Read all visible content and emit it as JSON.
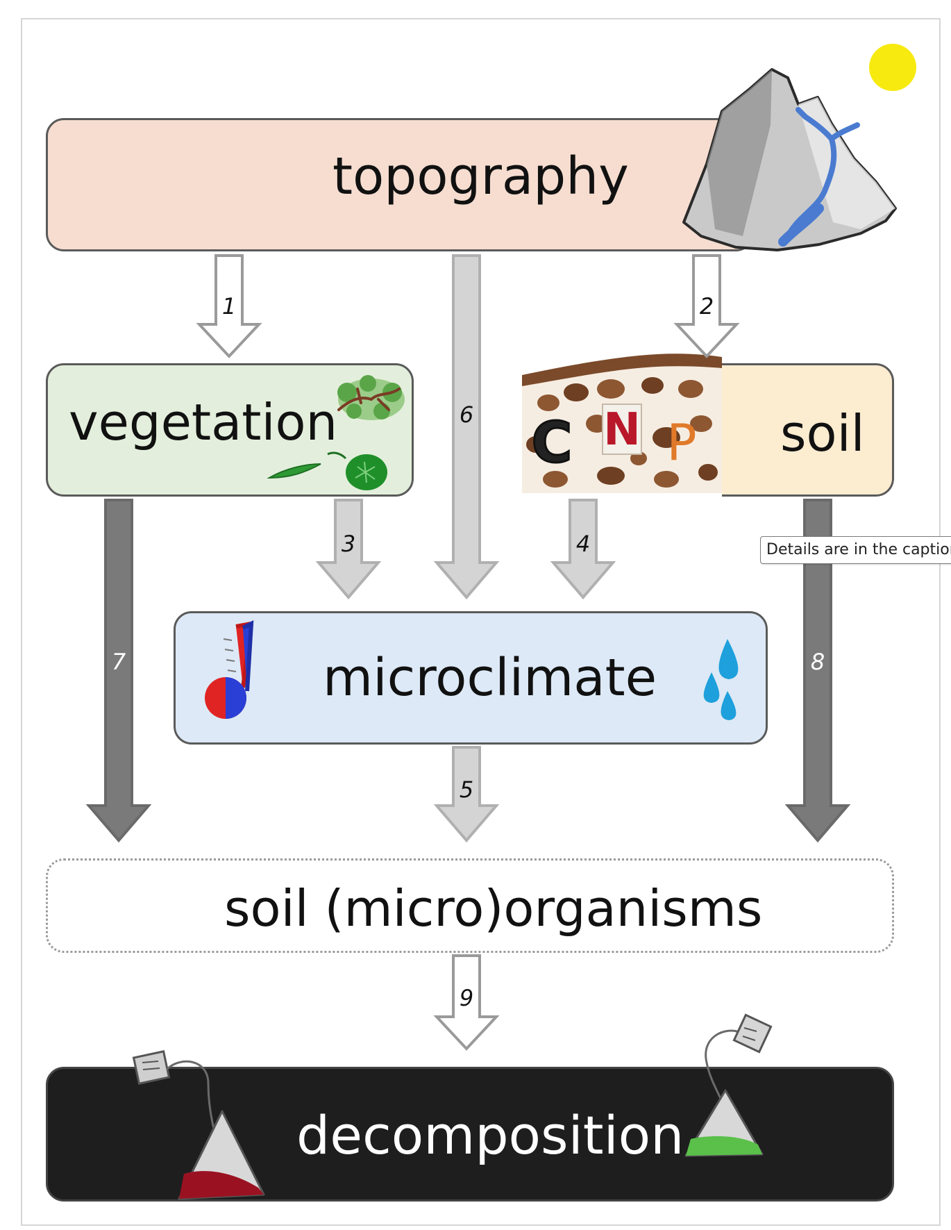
{
  "nodes": {
    "topography": "topography",
    "vegetation": "vegetation",
    "soil": "soil",
    "microclimate": "microclimate",
    "organisms": "soil (micro)organisms",
    "decomposition": "decomposition"
  },
  "nutrients": [
    "C",
    "N",
    "P"
  ],
  "arrows": [
    "1",
    "2",
    "3",
    "4",
    "5",
    "6",
    "7",
    "8",
    "9"
  ],
  "tooltip": "Details are in the caption"
}
